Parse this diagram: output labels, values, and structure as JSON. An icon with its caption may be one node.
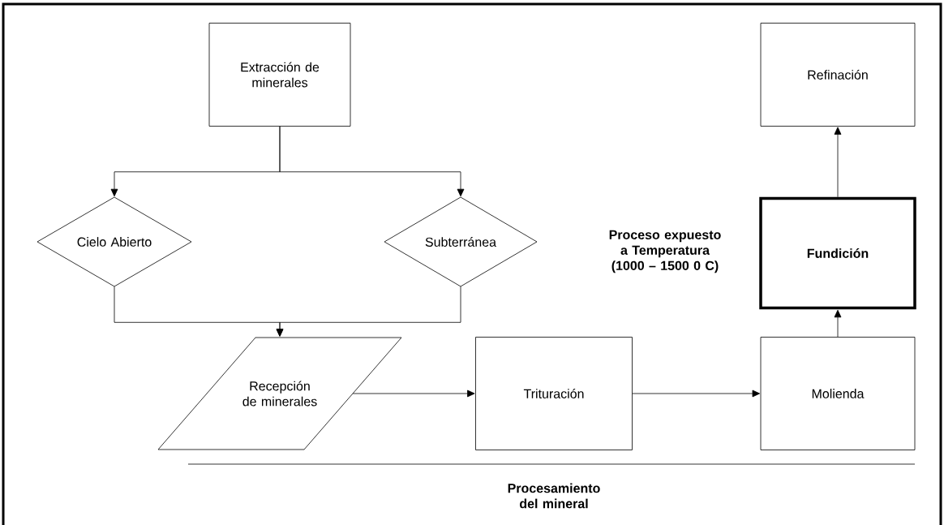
{
  "diagram": {
    "nodes": [
      {
        "text": [
          "Extracción de minerales"
        ]
      },
      {
        "text": [
          "Cielo Abierto"
        ]
      },
      {
        "text": [
          "Subterránea"
        ]
      },
      {
        "text": [
          "Recepción de minerales"
        ]
      },
      {
        "text": [
          "Trituración"
        ]
      },
      {
        "text": [
          "Molienda"
        ]
      },
      {
        "text": [
          "Fundición"
        ],
        "beside": [
          "Proceso expuesto a Temperatura (1000 – 1500 0 C)"
        ]
      },
      {
        "text": [
          "Refinación"
        ]
      }
    ],
    "edges": [
      {
        "from": 0,
        "to": 1,
        "arrow": "to"
      },
      {
        "from": 0,
        "to": 2,
        "arrow": "to"
      },
      {
        "from": 1,
        "to": 3,
        "arrow": "to"
      },
      {
        "from": 2,
        "to": 3,
        "arrow": "to"
      },
      {
        "from": 3,
        "to": 4,
        "arrow": "to"
      },
      {
        "from": 4,
        "to": 5,
        "arrow": "to"
      },
      {
        "from": 5,
        "to": 6,
        "arrow": "to"
      },
      {
        "from": 6,
        "to": 7,
        "arrow": "to"
      }
    ],
    "labels": [
      "Procesamiento del mineral"
    ]
  }
}
